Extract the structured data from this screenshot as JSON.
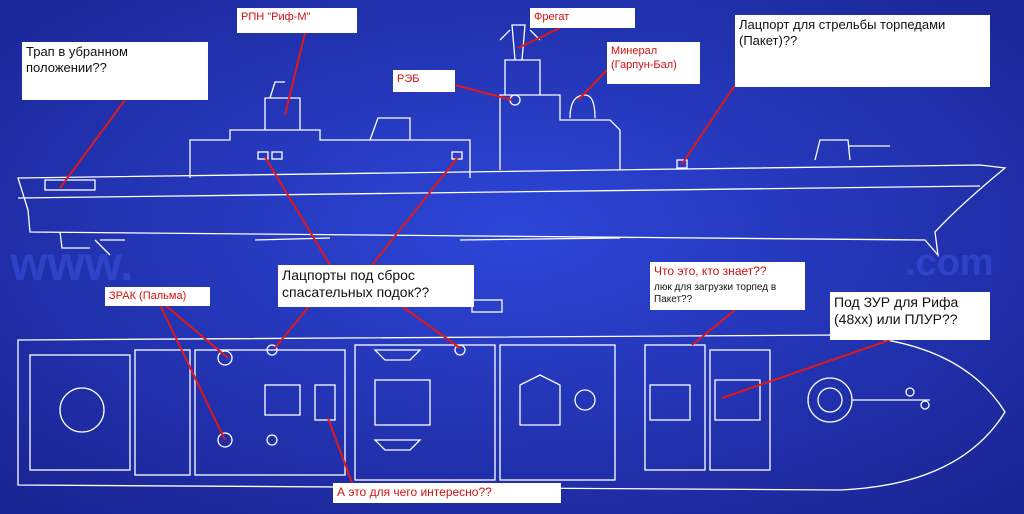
{
  "labels": {
    "trap": "Трап в убранном положении??",
    "rpn": "РПН \"Риф-М\"",
    "fregat": "Фрегат",
    "reb": "РЭБ",
    "mineral": "Минерал (Гарпун-Бал)",
    "torpedo_port": "Лацпорт для стрельбы торпедами (Пакет)??",
    "boat_ports": "Лацпорты под сброс спасательных подок??",
    "what_is": "Что это, кто знает??",
    "hatch": "люк для загрузки торпед в Пакет??",
    "zur": "Под ЗУР для Рифа (48хх) или ПЛУР??",
    "zrak": "ЗРАК (Пальма)",
    "interesting": "А это для чего интересно??"
  },
  "watermark": "www.",
  "watermark_end": ".com",
  "colors": {
    "background": "#1e2fa8",
    "lines": "#ffffff",
    "callout": "#e01818"
  }
}
